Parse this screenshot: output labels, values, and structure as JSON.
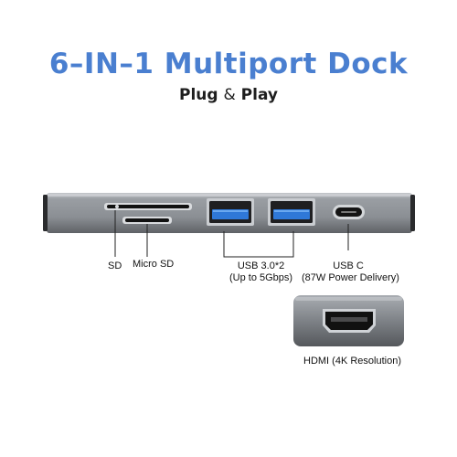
{
  "header": {
    "title": "6–IN–1 Multiport Dock",
    "subtitle_a": "Plug",
    "subtitle_amp": "&",
    "subtitle_b": "Play"
  },
  "ports": {
    "sd": "SD",
    "micro_sd": "Micro SD",
    "usb_line1": "USB 3.0*2",
    "usb_line2": "(Up to 5Gbps)",
    "usbc_line1": "USB C",
    "usbc_line2": "(87W Power Delivery)",
    "hdmi": "HDMI (4K Resolution)"
  },
  "colors": {
    "title": "#4a7fd0",
    "usb_blue": "#2f78d8",
    "body_gray": "#8d9096"
  }
}
